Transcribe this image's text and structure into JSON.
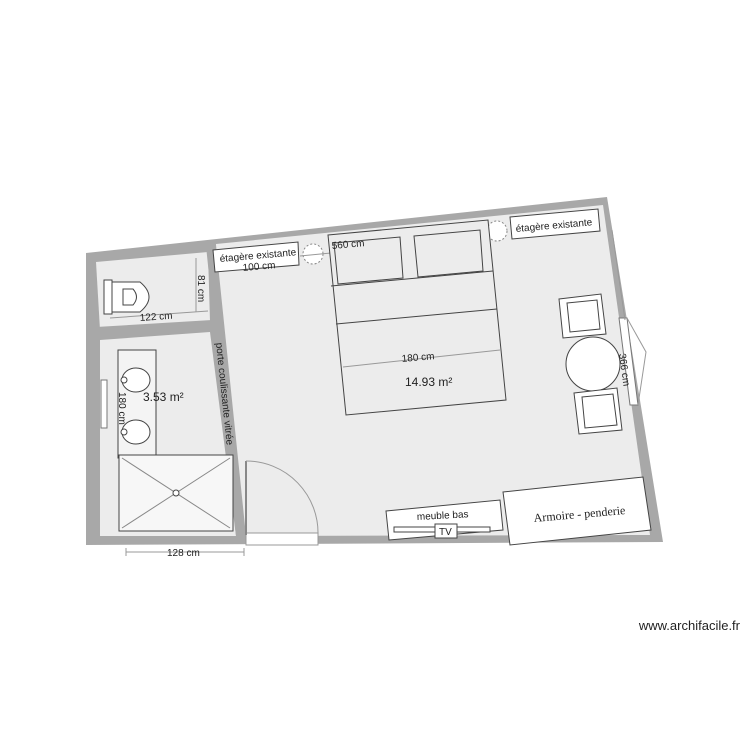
{
  "rooms": {
    "main_area": "14.93 m²",
    "bath_area": "3.53 m²"
  },
  "dimensions": {
    "wc_width": "122 cm",
    "wc_depth": "81 cm",
    "shelf_left_width": "100 cm",
    "room_width": "560 cm",
    "bed_width": "180 cm",
    "room_depth": "366 cm",
    "bath_width": "128 cm",
    "bath_depth": "180 cm"
  },
  "labels": {
    "shelf_left": "étagère existante",
    "shelf_right": "étagère existante",
    "sliding_door": "porte coulissante vitrée",
    "low_cabinet": "meuble bas",
    "tv": "TV",
    "wardrobe": "Armoire - penderie"
  },
  "watermark": "www.archifacile.fr"
}
